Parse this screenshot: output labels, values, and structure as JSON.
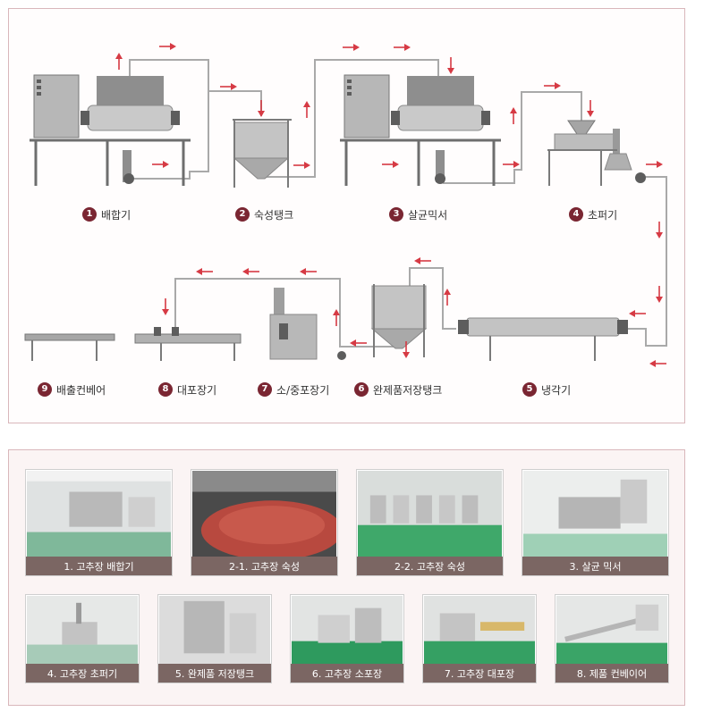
{
  "colors": {
    "accent": "#7a2632",
    "arrow": "#d63a44",
    "panel_border": "#d9b7bb",
    "caption_bg": "#7b6663"
  },
  "steps": [
    {
      "num": "1",
      "label": "배합기"
    },
    {
      "num": "2",
      "label": "숙성탱크"
    },
    {
      "num": "3",
      "label": "살균믹서"
    },
    {
      "num": "4",
      "label": "초퍼기"
    },
    {
      "num": "5",
      "label": "냉각기"
    },
    {
      "num": "6",
      "label": "완제품저장탱크"
    },
    {
      "num": "7",
      "label": "소/중포장기"
    },
    {
      "num": "8",
      "label": "대포장기"
    },
    {
      "num": "9",
      "label": "배출컨베어"
    }
  ],
  "photos": [
    {
      "caption": "1. 고추장 배합기"
    },
    {
      "caption": "2-1. 고추장 숙성"
    },
    {
      "caption": "2-2. 고추장 숙성"
    },
    {
      "caption": "3. 살균 믹서"
    },
    {
      "caption": "4. 고추장 초퍼기"
    },
    {
      "caption": "5. 완제품 저장탱크"
    },
    {
      "caption": "6. 고추장 소포장"
    },
    {
      "caption": "7. 고추장 대포장"
    },
    {
      "caption": "8. 제품 컨베이어"
    }
  ]
}
